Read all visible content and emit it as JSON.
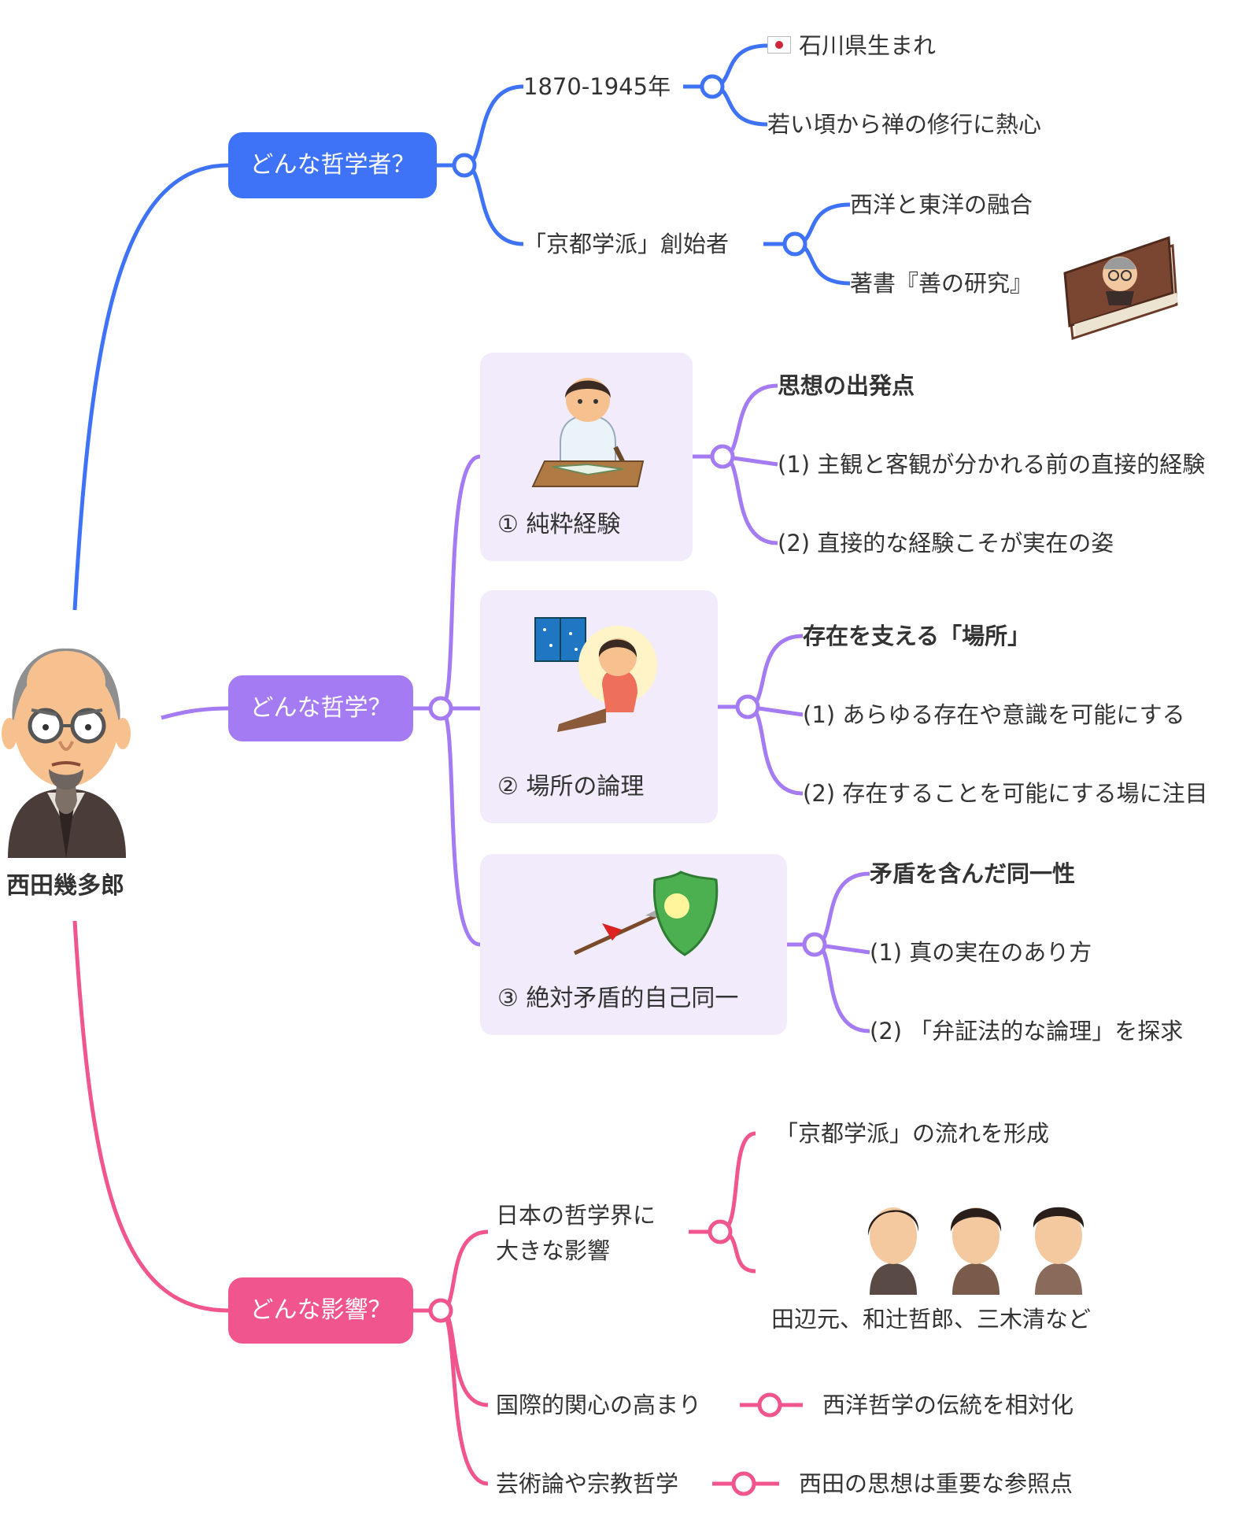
{
  "center": {
    "name": "西田幾多郎"
  },
  "colors": {
    "blue": "#3f73f7",
    "purple": "#a57bf3",
    "pink": "#f0558d",
    "card": "#f1ebfc"
  },
  "branches": {
    "who": {
      "label": "どんな哲学者？",
      "years": "1870-1945年",
      "years_items": [
        "石川県生まれ",
        "若い頃から禅の修行に熱心"
      ],
      "founder": "「京都学派」創始者",
      "founder_items": [
        "西洋と東洋の融合",
        "著書『善の研究』"
      ]
    },
    "philosophy": {
      "label": "どんな哲学？",
      "cards": [
        {
          "label": "① 純粋経験",
          "title": "思想の出発点",
          "items": [
            "(1) 主観と客観が分かれる前の直接的経験",
            "(2) 直接的な経験こそが実在の姿"
          ]
        },
        {
          "label": "② 場所の論理",
          "title": "存在を支える「場所」",
          "items": [
            "(1) あらゆる存在や意識を可能にする",
            "(2)  存在することを可能にする場に注目"
          ]
        },
        {
          "label": "③ 絶対矛盾的自己同一",
          "title": "矛盾を含んだ同一性",
          "items": [
            "(1) 真の実在のあり方",
            "(2) 「弁証法的な論理」を探求"
          ]
        }
      ]
    },
    "influence": {
      "label": "どんな影響？",
      "japan_line1": "日本の哲学界に",
      "japan_line2": "大きな影響",
      "japan_items": [
        "「京都学派」の流れを形成",
        "田辺元、和辻哲郎、三木清など"
      ],
      "international": "国際的関心の高まり",
      "international_item": "西洋哲学の伝統を相対化",
      "art": "芸術論や宗教哲学",
      "art_item": "西田の思想は重要な参照点"
    }
  }
}
